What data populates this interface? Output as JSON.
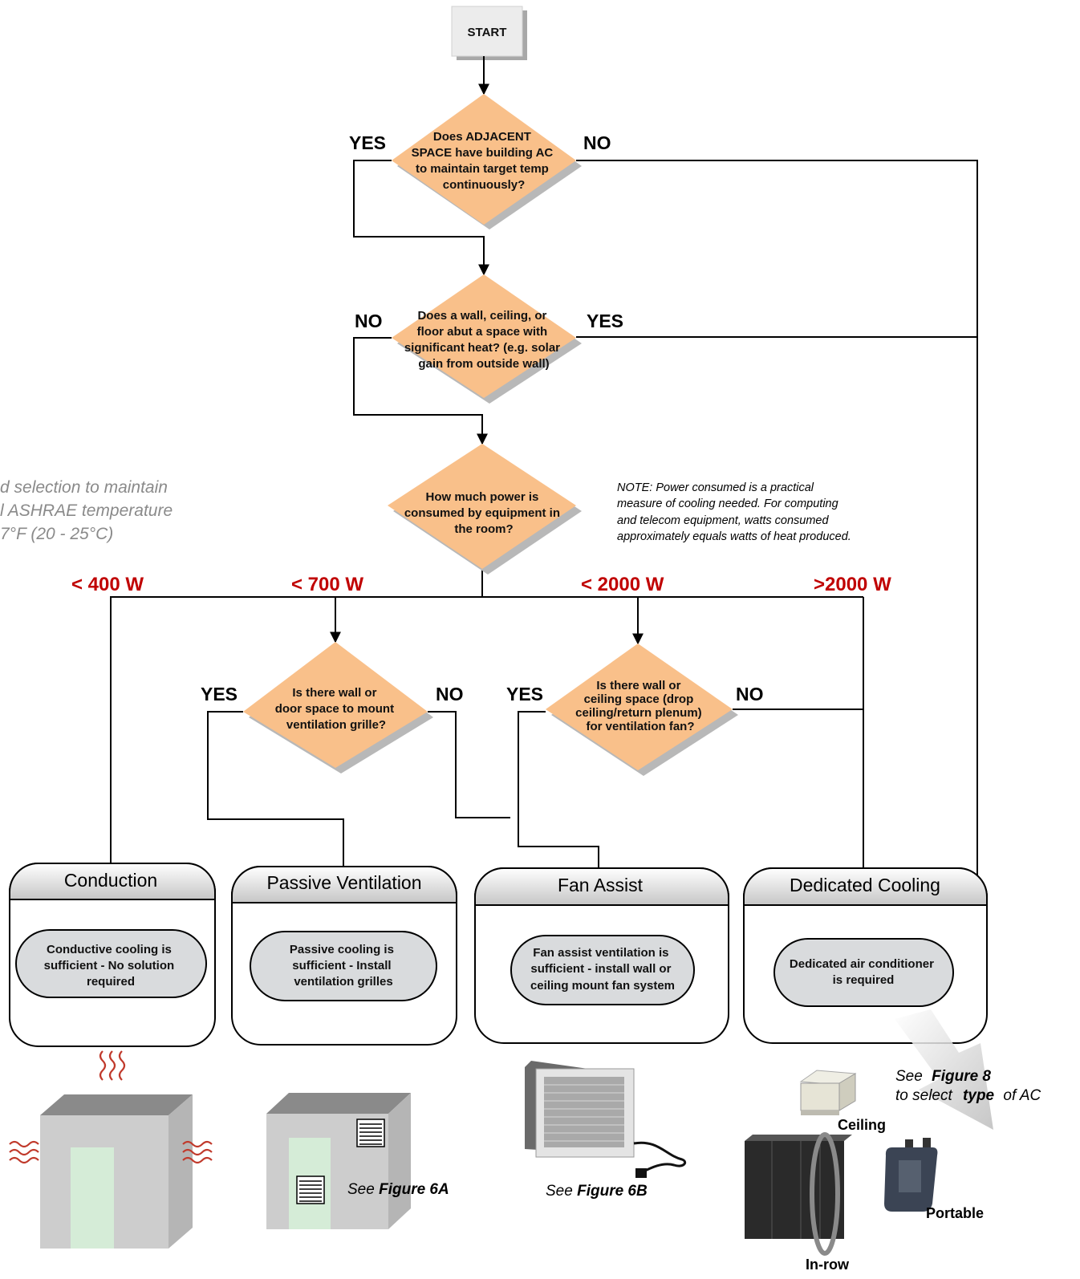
{
  "start": "START",
  "decisions": {
    "adjacent_ac": [
      "Does ADJACENT",
      "SPACE have building AC",
      "to maintain target temp",
      "continuously?"
    ],
    "heat_source": [
      "Does a wall, ceiling, or",
      "floor abut a space with",
      "significant heat? (e.g. solar",
      "gain from outside wall)"
    ],
    "power": [
      "How much power is",
      "consumed by equipment in",
      "the room?"
    ],
    "grille": [
      "Is there wall or",
      "door space to mount",
      "ventilation grille?"
    ],
    "fan_space": [
      "Is there wall or",
      "ceiling space (drop",
      "ceiling/return plenum)",
      "for ventilation fan?"
    ]
  },
  "branch_labels": {
    "q1_yes": "YES",
    "q1_no": "NO",
    "q2_no": "NO",
    "q2_yes": "YES",
    "q4_yes": "YES",
    "q4_no": "NO",
    "q5_yes": "YES",
    "q5_no": "NO"
  },
  "watt_labels": [
    "< 400 W",
    "< 700 W",
    "< 2000 W",
    ">2000 W"
  ],
  "note": [
    "NOTE: Power consumed is a practical",
    "measure of cooling needed.  For computing",
    "and telecom equipment, watts consumed",
    "approximately equals watts of heat produced."
  ],
  "side_note": [
    "d selection to maintain",
    "l ASHRAE temperature",
    "7°F (20 - 25°C)"
  ],
  "solutions": [
    {
      "title": "Conduction",
      "result": [
        "Conductive cooling is",
        "sufficient - No solution",
        "required"
      ]
    },
    {
      "title": "Passive Ventilation",
      "result": [
        "Passive cooling is",
        "sufficient - Install",
        "ventilation grilles"
      ]
    },
    {
      "title": "Fan Assist",
      "result": [
        "Fan assist ventilation is",
        "sufficient - install wall or",
        "ceiling mount fan system"
      ]
    },
    {
      "title": "Dedicated Cooling",
      "result": [
        "Dedicated air conditioner",
        "is required"
      ]
    }
  ],
  "figure_refs": {
    "fig6a": {
      "see": "See",
      "fig": "Figure 6A"
    },
    "fig6b": {
      "see": "See",
      "fig": "Figure 6B"
    },
    "fig8": {
      "see": "See",
      "fig": "Figure 8",
      "line2_pre": "to select",
      "line2_bold": "type",
      "line2_post": "of AC"
    }
  },
  "products": {
    "ceiling": "Ceiling",
    "portable": "Portable",
    "inrow": "In-row"
  },
  "colors": {
    "diamond": "#f9c08a",
    "diamond_shadow": "#b8b8b8",
    "result_fill": "#d9dbdd",
    "header_top": "#ffffff",
    "header_bottom": "#c9c9c9",
    "watt_red": "#c00000"
  },
  "icons": [
    "heat-wave-icon",
    "ventilation-grille-icon",
    "fan-unit-icon",
    "ceiling-ac-icon",
    "inrow-rack-icon",
    "portable-ac-icon"
  ]
}
